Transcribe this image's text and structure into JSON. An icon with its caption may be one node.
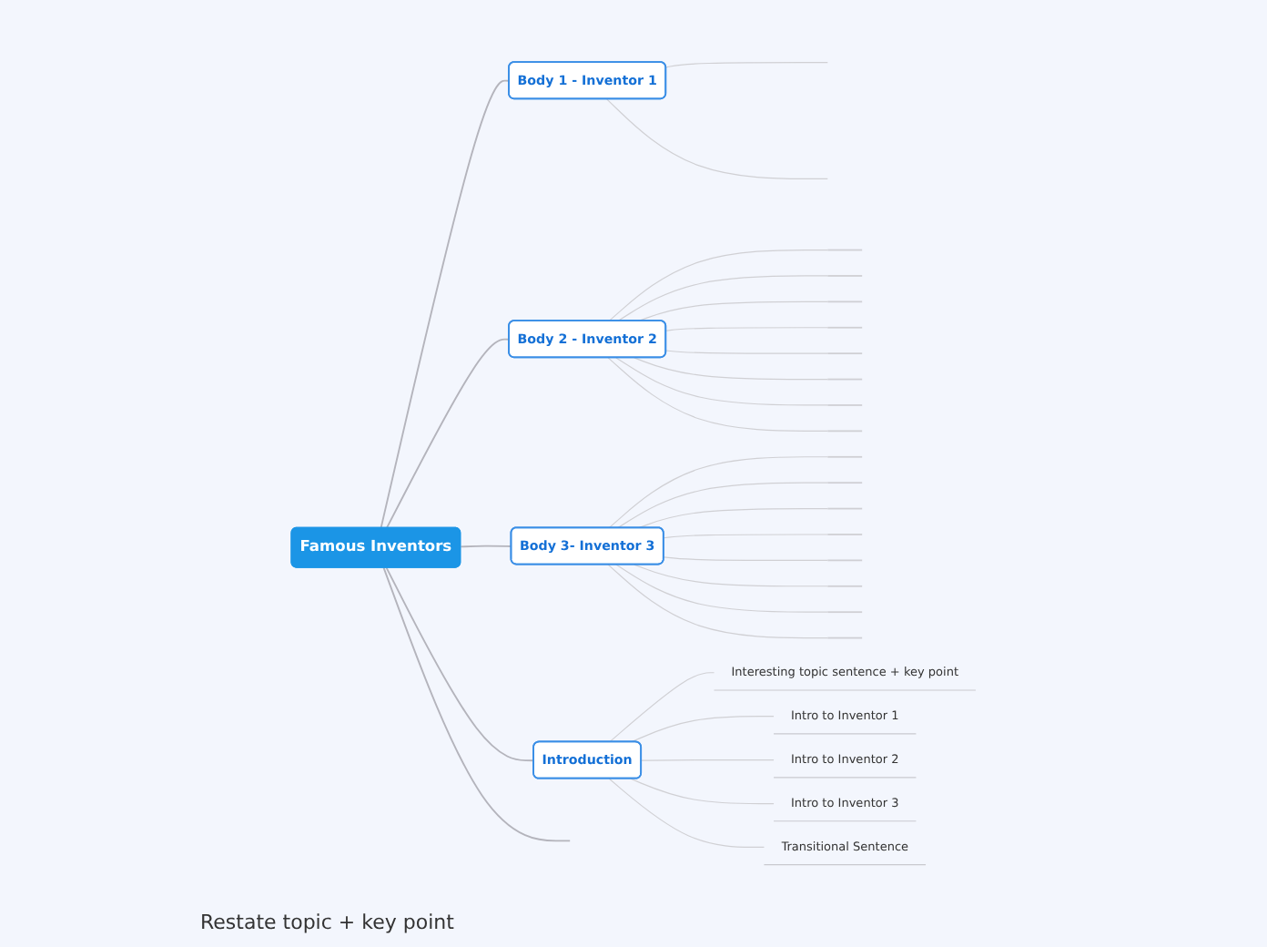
{
  "diagram": {
    "nodes": [
      {
        "text": [
          "Famous Inventors"
        ]
      },
      {
        "text": [
          "Body 1 - Inventor 1"
        ]
      },
      {
        "text": [
          "Body 2 - Inventor 2"
        ]
      },
      {
        "text": [],
        "shape": "line"
      },
      {
        "text": [],
        "shape": "line"
      },
      {
        "text": [],
        "shape": "line"
      },
      {
        "text": [],
        "shape": "line"
      },
      {
        "text": [],
        "shape": "line"
      },
      {
        "text": [],
        "shape": "line"
      },
      {
        "text": [],
        "shape": "line"
      },
      {
        "text": [],
        "shape": "line"
      },
      {
        "text": [
          "Body 3- Inventor 3"
        ]
      },
      {
        "text": [],
        "shape": "line"
      },
      {
        "text": [],
        "shape": "line"
      },
      {
        "text": [],
        "shape": "line"
      },
      {
        "text": [],
        "shape": "line"
      },
      {
        "text": [],
        "shape": "line"
      },
      {
        "text": [],
        "shape": "line"
      },
      {
        "text": [],
        "shape": "line"
      },
      {
        "text": [],
        "shape": "line"
      },
      {
        "text": [
          "Introduction"
        ]
      },
      {
        "text": [
          "Interesting topic sentence + key point"
        ]
      },
      {
        "text": [
          "Intro to Inventor 1"
        ]
      },
      {
        "text": [
          "Intro to Inventor 2"
        ]
      },
      {
        "text": [
          "Intro to Inventor 3"
        ]
      },
      {
        "text": [
          "Transitional Sentence"
        ]
      }
    ],
    "edges": [
      {
        "from": 0,
        "to": 1,
        "arrow": "none",
        "color": "#b4b4bc"
      },
      {
        "from": 0,
        "to": 2,
        "arrow": "none",
        "color": "#b4b4bc"
      },
      {
        "from": 0,
        "to": 11,
        "arrow": "none",
        "color": "#b4b4bc"
      },
      {
        "from": 0,
        "to": 20,
        "arrow": "none",
        "color": "#b4b4bc"
      },
      {
        "from": 0,
        "to": null,
        "arrow": "none",
        "color": "#b4b4bc"
      },
      {
        "from": 1,
        "to": null,
        "arrow": "none"
      },
      {
        "from": 1,
        "to": null,
        "arrow": "none"
      },
      {
        "from": 2,
        "to": 3,
        "arrow": "none"
      },
      {
        "from": 2,
        "to": 4,
        "arrow": "none"
      },
      {
        "from": 2,
        "to": 5,
        "arrow": "none"
      },
      {
        "from": 2,
        "to": 6,
        "arrow": "none"
      },
      {
        "from": 2,
        "to": 7,
        "arrow": "none"
      },
      {
        "from": 2,
        "to": 8,
        "arrow": "none"
      },
      {
        "from": 2,
        "to": 9,
        "arrow": "none"
      },
      {
        "from": 2,
        "to": 10,
        "arrow": "none"
      },
      {
        "from": 11,
        "to": 12,
        "arrow": "none"
      },
      {
        "from": 11,
        "to": 13,
        "arrow": "none"
      },
      {
        "from": 11,
        "to": 14,
        "arrow": "none"
      },
      {
        "from": 11,
        "to": 15,
        "arrow": "none"
      },
      {
        "from": 11,
        "to": 16,
        "arrow": "none"
      },
      {
        "from": 11,
        "to": 17,
        "arrow": "none"
      },
      {
        "from": 11,
        "to": 18,
        "arrow": "none"
      },
      {
        "from": 11,
        "to": 19,
        "arrow": "none"
      },
      {
        "from": 20,
        "to": 21,
        "arrow": "none"
      },
      {
        "from": 20,
        "to": 22,
        "arrow": "none"
      },
      {
        "from": 20,
        "to": 23,
        "arrow": "none"
      },
      {
        "from": 20,
        "to": 24,
        "arrow": "none"
      },
      {
        "from": 20,
        "to": 25,
        "arrow": "none"
      }
    ],
    "labels": [
      "Restate topic + key point"
    ]
  }
}
